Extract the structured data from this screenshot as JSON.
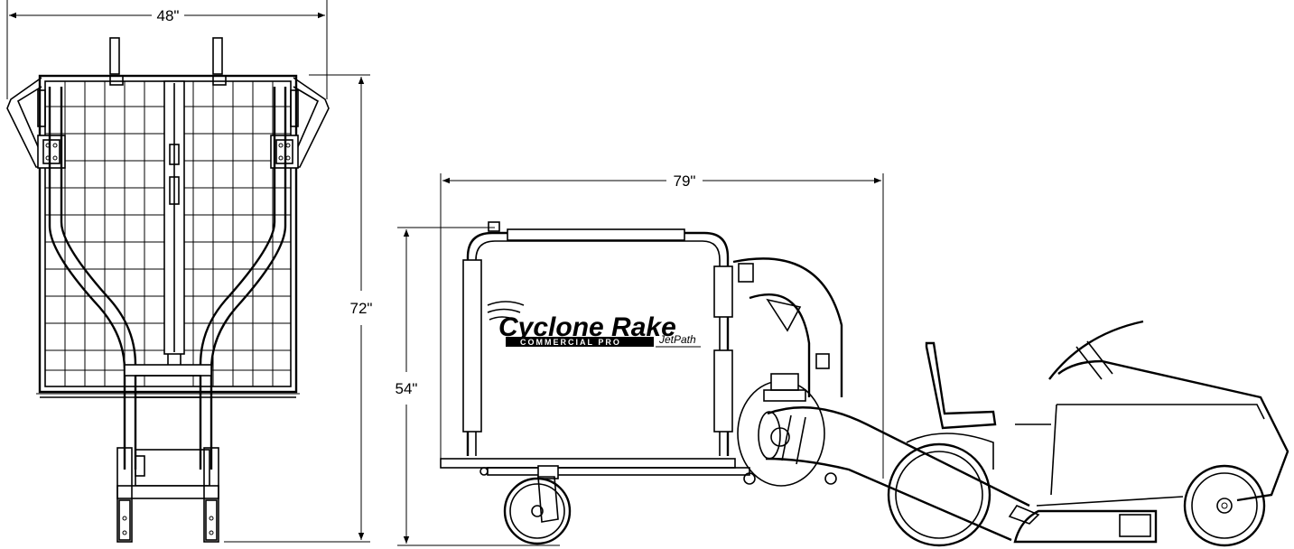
{
  "dimensions": {
    "width_top": "48\"",
    "length_top": "72\"",
    "length_side": "79\"",
    "height_side": "54\""
  },
  "logo": {
    "brand": "Cyclone Rake",
    "line2": "COMMERCIAL PRO",
    "secondary": "JetPath"
  },
  "colors": {
    "line": "#000000",
    "background": "#ffffff"
  }
}
